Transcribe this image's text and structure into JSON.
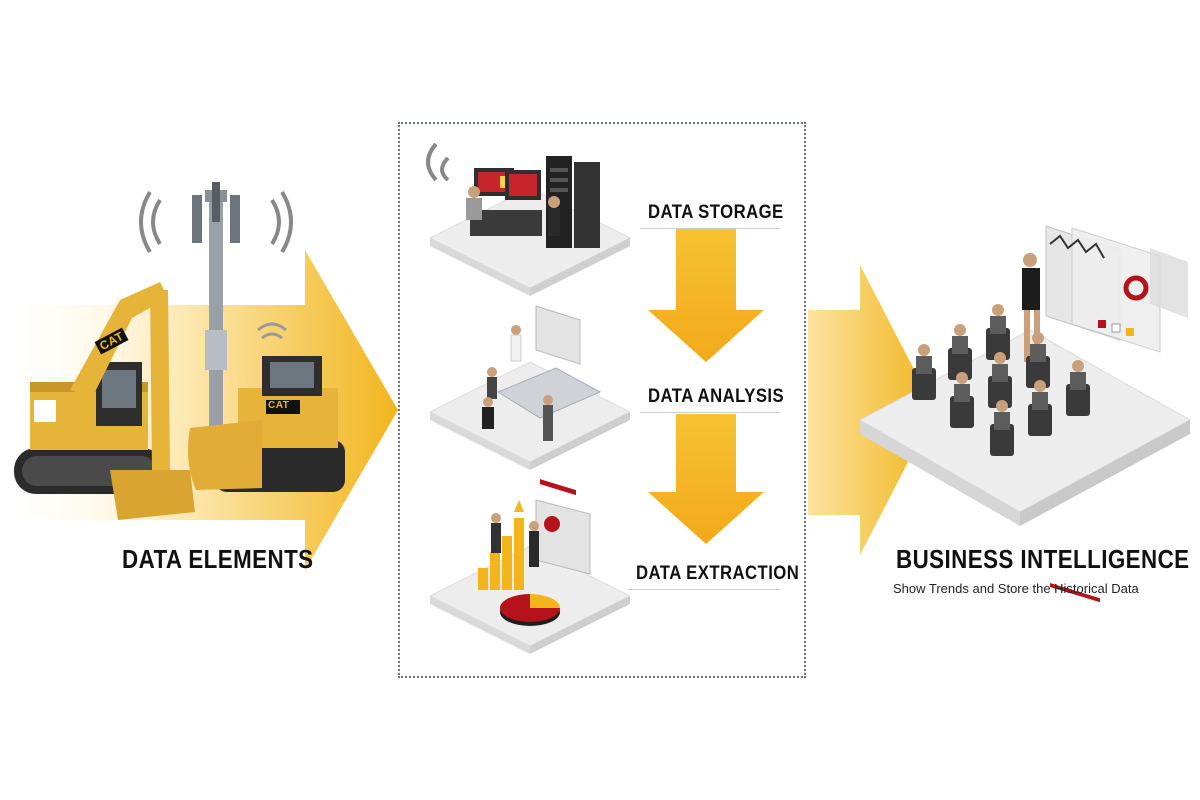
{
  "colors": {
    "accent": "#F2B51C",
    "accent_light": "#FBE3A0",
    "machine": "#E7B43A",
    "dark": "#2a2a2a",
    "red": "#B5121B",
    "platform": "#EDEDED"
  },
  "left": {
    "label": "DATA ELEMENTS"
  },
  "stages": [
    {
      "label": "DATA STORAGE"
    },
    {
      "label": "DATA ANALYSIS"
    },
    {
      "label": "DATA EXTRACTION"
    }
  ],
  "right": {
    "label": "BUSINESS INTELLIGENCE",
    "sublabel": "Show Trends and Store the Historical Data"
  },
  "machine_brand": "CAT"
}
